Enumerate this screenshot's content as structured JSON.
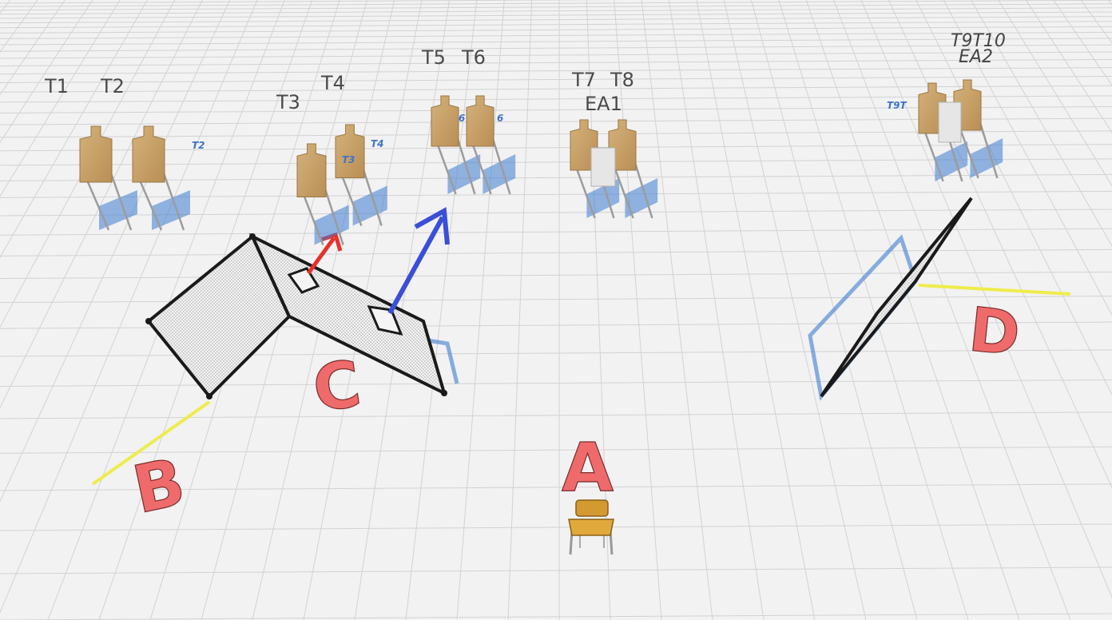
{
  "colors": {
    "floor": "#f2f2f2",
    "grid": "#cfcfcf",
    "target_cardboard": "#c9a66b",
    "shadow": "#3d7bd1",
    "label_red": "#ef6b6b",
    "arrow_red": "#e8302b",
    "arrow_blue": "#3a4fd8",
    "line_yellow": "#f0ef4a",
    "chair": "#d9a23a"
  },
  "stations": {
    "a": "A",
    "b": "B",
    "c": "C",
    "d": "D"
  },
  "target_labels": {
    "t1": "T1",
    "t2": "T2",
    "t3": "T3",
    "t4": "T4",
    "t5": "T5",
    "t6": "T6",
    "t7": "T7",
    "t8": "T8",
    "ea1": "EA1",
    "t9t10": "T9T10",
    "ea2": "EA2"
  },
  "floor_labels": {
    "t2": "T2",
    "t3": "T3",
    "t4": "T4",
    "t5": "6",
    "t6": "6",
    "t9": "T9T"
  },
  "icons": {
    "chair": "chair-icon",
    "arrow_red": "arrow-up-icon",
    "arrow_blue": "arrow-up-icon"
  }
}
